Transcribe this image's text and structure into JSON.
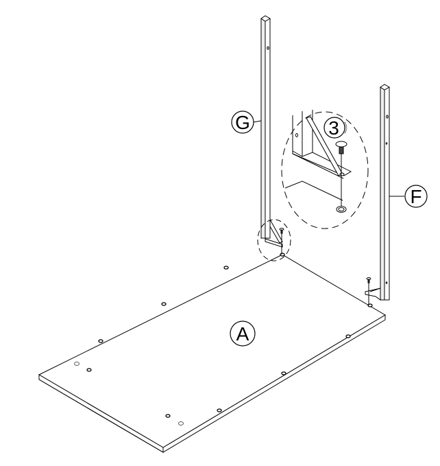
{
  "diagram": {
    "type": "furniture-assembly-step",
    "labels": {
      "panel_a": "A",
      "post_g": "G",
      "post_f": "F",
      "step_number": "3"
    },
    "parts": [
      {
        "id": "A",
        "description": "base panel with pre-drilled holes"
      },
      {
        "id": "G",
        "description": "left vertical post with L-bracket"
      },
      {
        "id": "F",
        "description": "right vertical post with L-bracket"
      },
      {
        "id": "3",
        "description": "screw (hardware callout)"
      }
    ],
    "callouts": [
      {
        "name": "detail-magnifier",
        "target": "bracket of post G screwed into panel A with screw 3"
      }
    ]
  }
}
